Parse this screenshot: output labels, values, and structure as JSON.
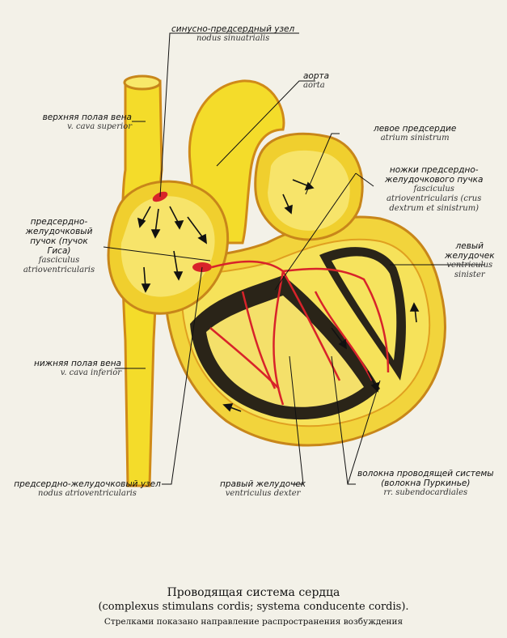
{
  "labels": {
    "sa_node": {
      "ru": "синусно-предсердный узел",
      "la": "nodus sinuatrialis"
    },
    "aorta": {
      "ru": "аорта",
      "la": "aorta"
    },
    "svc": {
      "ru": "верхняя полая вена",
      "la": "v. cava superior"
    },
    "left_atrium": {
      "ru": "левое предсердие",
      "la": "atrium sinistrum"
    },
    "crura": {
      "ru1": "ножки предсердно-",
      "ru2": "желудочкового пучка",
      "la1": "fasciculus",
      "la2": "atrioventricularis (crus",
      "la3": "dextrum et sinistrum)"
    },
    "his": {
      "ru1": "предсердно-",
      "ru2": "желудочковый",
      "ru3": "пучок (пучок",
      "ru4": "Гиса)",
      "la1": "fasciculus",
      "la2": "atrioventricularis"
    },
    "left_ventricle": {
      "ru1": "левый",
      "ru2": "желудочек",
      "la1": "ventriculus",
      "la2": "sinister"
    },
    "ivc": {
      "ru": "нижняя полая вена",
      "la": "v. cava inferior"
    },
    "av_node": {
      "ru": "предсердно-желудочковый узел",
      "la": "nodus atrioventricularis"
    },
    "right_ventricle": {
      "ru": "правый желудочек",
      "la": "ventriculus dexter"
    },
    "purkinje": {
      "ru1": "волокна проводящей системы",
      "ru2": "(волокна Пуркинье)",
      "la": "rr. subendocardiales"
    }
  },
  "caption": {
    "line1": "Проводящая система сердца",
    "line2": "(complexus stimulans cordis; systema conducente cordis).",
    "line3": "Стрелками показано направление распространения возбуждения"
  },
  "colors": {
    "yellow": "#f4dc2a",
    "orange": "#e9a21a",
    "red": "#d8232a",
    "dark": "#2a2418"
  }
}
